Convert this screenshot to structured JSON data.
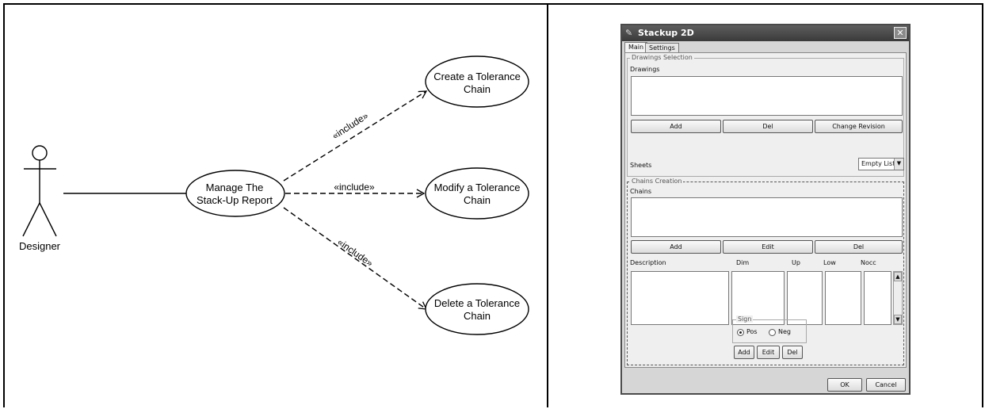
{
  "diagram": {
    "actor": "Designer",
    "central_use_case": [
      "Manage The",
      "Stack-Up Report"
    ],
    "relation_label": "«include»",
    "use_cases": [
      [
        "Create a Tolerance",
        "Chain"
      ],
      [
        "Modify a Tolerance",
        "Chain"
      ],
      [
        "Delete a Tolerance",
        "Chain"
      ]
    ]
  },
  "dialog": {
    "title": "Stackup 2D",
    "title_icon": "app-icon",
    "close_icon": "close-icon",
    "tabs": [
      "Main",
      "Settings"
    ],
    "drawings_selection": {
      "legend": "Drawings Selection",
      "list_label": "Drawings",
      "buttons": [
        "Add",
        "Del",
        "Change Revision"
      ],
      "sheets_label": "Sheets",
      "sheets_value": "Empty List"
    },
    "chains_creation": {
      "legend": "Chains Creation",
      "list_label": "Chains",
      "buttons": [
        "Add",
        "Edit",
        "Del"
      ],
      "columns": [
        "Description",
        "Dim",
        "Up",
        "Low",
        "Nocc"
      ],
      "sign": {
        "legend": "Sign",
        "options": [
          "Pos",
          "Neg"
        ],
        "selected": "Pos"
      },
      "row_buttons": [
        "Add",
        "Edit",
        "Del"
      ]
    },
    "footer_buttons": [
      "OK",
      "Cancel"
    ]
  }
}
